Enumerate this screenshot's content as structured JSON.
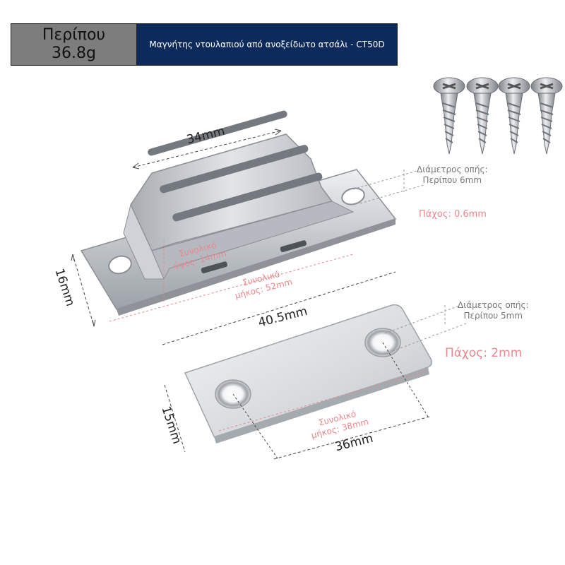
{
  "header": {
    "weight_line1": "Περίπου",
    "weight_line2": "36.8g",
    "product_title": "Μαγνήτης ντουλαπιού από ανοξείδωτο ατσάλι - CT50D"
  },
  "dimensions": {
    "magnet_width": "34mm",
    "magnet_height": "16mm",
    "magnet_body_length": "40.5mm",
    "plate_height": "15mm",
    "plate_hole_spacing": "36mm"
  },
  "annotations": {
    "magnet_total_height": [
      "Συνολικό",
      "ύψος: 14mm"
    ],
    "magnet_total_length": [
      "Συνολικό",
      "μήκος: 52mm"
    ],
    "magnet_hole": [
      "Διάμετρος οπής:",
      "Περίπου 6mm"
    ],
    "magnet_thickness": "Πάχος: 0.6mm",
    "plate_hole": [
      "Διάμετρος οπής:",
      "Περίπου 5mm"
    ],
    "plate_thickness": "Πάχος: 2mm",
    "plate_total_length": [
      "Συνολικό",
      "μήκος: 38mm"
    ]
  },
  "colors": {
    "header_gray": "#7d7d7d",
    "header_navy": "#0d2a5c",
    "annotation_pink": "#e8878e",
    "steel": "#c9ccd0"
  },
  "icons": [
    "screw-icon",
    "magnet-catch-icon",
    "strike-plate-icon"
  ]
}
